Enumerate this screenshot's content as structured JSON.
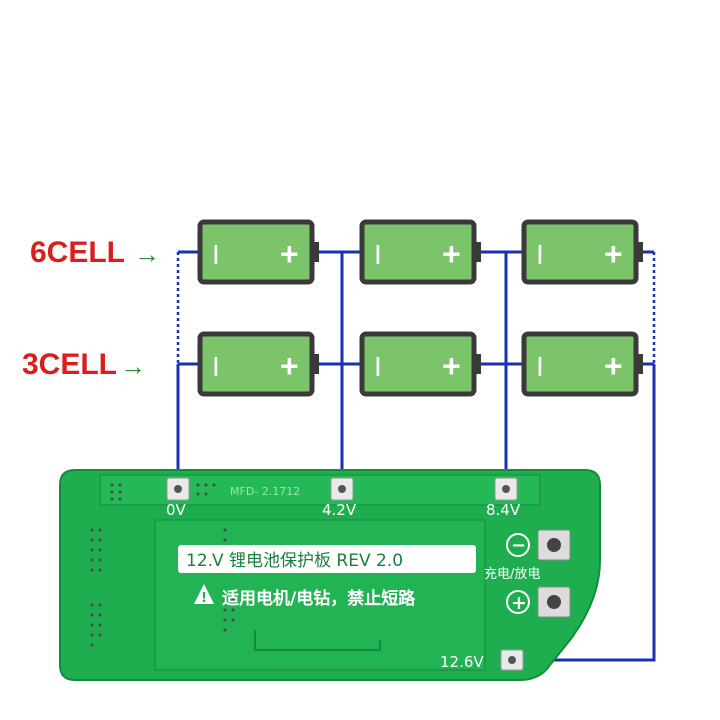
{
  "labels": {
    "six_cell": "6CELL",
    "three_cell": "3CELL",
    "arrow": "→"
  },
  "battery": {
    "minus": "I",
    "plus": "+"
  },
  "board": {
    "pad_0v": "0V",
    "pad_4_2v": "4.2V",
    "pad_8_4v": "8.4V",
    "pad_12_6v": "12.6V",
    "silk_top": "MFD- 2.1712",
    "title_prefix": "12.",
    "title_rest": "V 锂电池保护板 REV 2.0",
    "warning_icon": "!",
    "warning_text": "适用电机/电钻，禁止短路",
    "charge_discharge": "充电/放电",
    "minus_symbol": "−",
    "plus_symbol": "+"
  },
  "colors": {
    "wire": "#1a2fb5",
    "label_red": "#d91e1e",
    "arrow_green": "#2e8b2e",
    "battery_fill": "#7bc46a",
    "battery_border": "#3a3a3a",
    "pcb": "#1fae4f",
    "pcb_dark": "#168a3c"
  }
}
